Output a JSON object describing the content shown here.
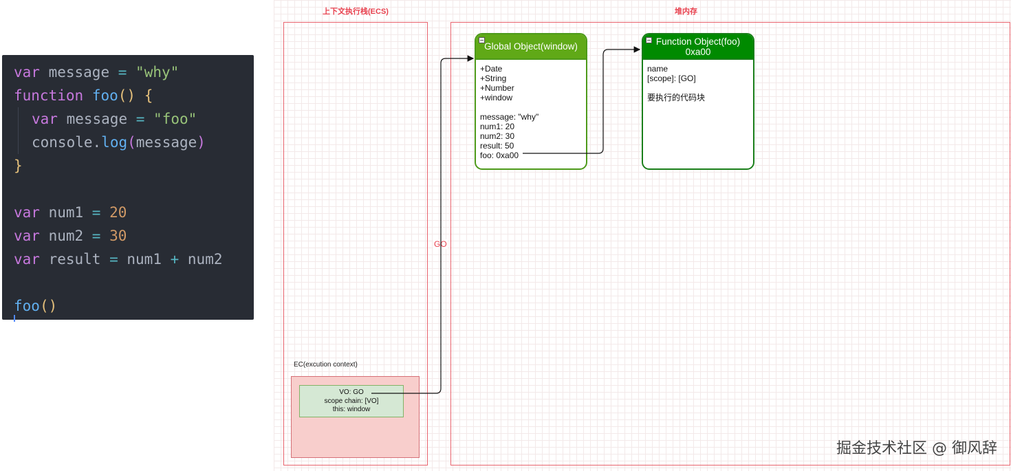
{
  "code": {
    "lines": [
      {
        "indent": false,
        "tokens": [
          {
            "t": "var",
            "c": "kw"
          },
          {
            "t": " message ",
            "c": "id"
          },
          {
            "t": "=",
            "c": "op"
          },
          {
            "t": " ",
            "c": "id"
          },
          {
            "t": "\"why\"",
            "c": "str"
          }
        ]
      },
      {
        "indent": false,
        "tokens": [
          {
            "t": "function",
            "c": "kw"
          },
          {
            "t": " ",
            "c": "id"
          },
          {
            "t": "foo",
            "c": "fn"
          },
          {
            "t": "()",
            "c": "br"
          },
          {
            "t": " ",
            "c": "id"
          },
          {
            "t": "{",
            "c": "br"
          }
        ]
      },
      {
        "indent": true,
        "tokens": [
          {
            "t": "var",
            "c": "kw"
          },
          {
            "t": " message ",
            "c": "id"
          },
          {
            "t": "=",
            "c": "op"
          },
          {
            "t": " ",
            "c": "id"
          },
          {
            "t": "\"foo\"",
            "c": "str"
          }
        ]
      },
      {
        "indent": true,
        "tokens": [
          {
            "t": "console",
            "c": "id"
          },
          {
            "t": ".",
            "c": "id"
          },
          {
            "t": "log",
            "c": "fn"
          },
          {
            "t": "(",
            "c": "kw"
          },
          {
            "t": "message",
            "c": "id"
          },
          {
            "t": ")",
            "c": "kw"
          }
        ]
      },
      {
        "indent": false,
        "tokens": [
          {
            "t": "}",
            "c": "br"
          }
        ]
      },
      {
        "indent": false,
        "tokens": []
      },
      {
        "indent": false,
        "tokens": [
          {
            "t": "var",
            "c": "kw"
          },
          {
            "t": " num1 ",
            "c": "id"
          },
          {
            "t": "=",
            "c": "op"
          },
          {
            "t": " ",
            "c": "id"
          },
          {
            "t": "20",
            "c": "num"
          }
        ]
      },
      {
        "indent": false,
        "tokens": [
          {
            "t": "var",
            "c": "kw"
          },
          {
            "t": " num2 ",
            "c": "id"
          },
          {
            "t": "=",
            "c": "op"
          },
          {
            "t": " ",
            "c": "id"
          },
          {
            "t": "30",
            "c": "num"
          }
        ]
      },
      {
        "indent": false,
        "tokens": [
          {
            "t": "var",
            "c": "kw"
          },
          {
            "t": " result ",
            "c": "id"
          },
          {
            "t": "=",
            "c": "op"
          },
          {
            "t": " num1 ",
            "c": "id"
          },
          {
            "t": "+",
            "c": "op"
          },
          {
            "t": " num2",
            "c": "id"
          }
        ]
      },
      {
        "indent": false,
        "tokens": []
      },
      {
        "indent": false,
        "tokens": [
          {
            "t": "foo",
            "c": "fn"
          },
          {
            "t": "()",
            "c": "br"
          }
        ]
      }
    ]
  },
  "diagram": {
    "ecs_title": "上下文执行栈(ECS)",
    "heap_title": "堆内存",
    "ec_label": "EC(excution context)",
    "vo_lines": [
      "VO: GO",
      "scope chain: [VO]",
      "this: window"
    ],
    "edge_label": "GO",
    "global_object": {
      "title": "Global Object(window)",
      "header_color": "#60a917",
      "props": [
        "+Date",
        "+String",
        "+Number",
        "+window"
      ],
      "vars": [
        "message: \"why\"",
        "num1: 20",
        "num2: 30",
        "result: 50",
        "foo: 0xa00"
      ]
    },
    "function_object": {
      "title_line1": "Function Object(foo)",
      "title_line2": "0xa00",
      "header_color": "#008a00",
      "props": [
        "name",
        "[scope]: [GO]"
      ],
      "note": "要执行的代码块"
    }
  },
  "watermark": "掘金技术社区 @ 御风辞"
}
